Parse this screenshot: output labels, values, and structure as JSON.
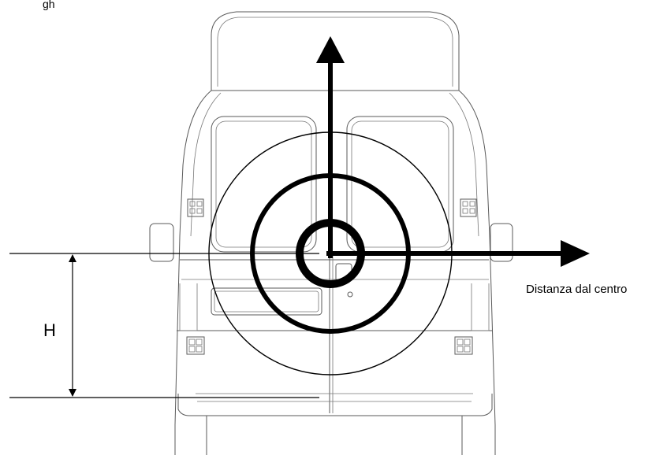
{
  "labels": {
    "title_partial": "gh",
    "height": "H",
    "distance": "Distanza dal centro"
  },
  "colors": {
    "ink": "#000000",
    "vehicle_line": "#5a5a5a",
    "background": "#ffffff"
  }
}
